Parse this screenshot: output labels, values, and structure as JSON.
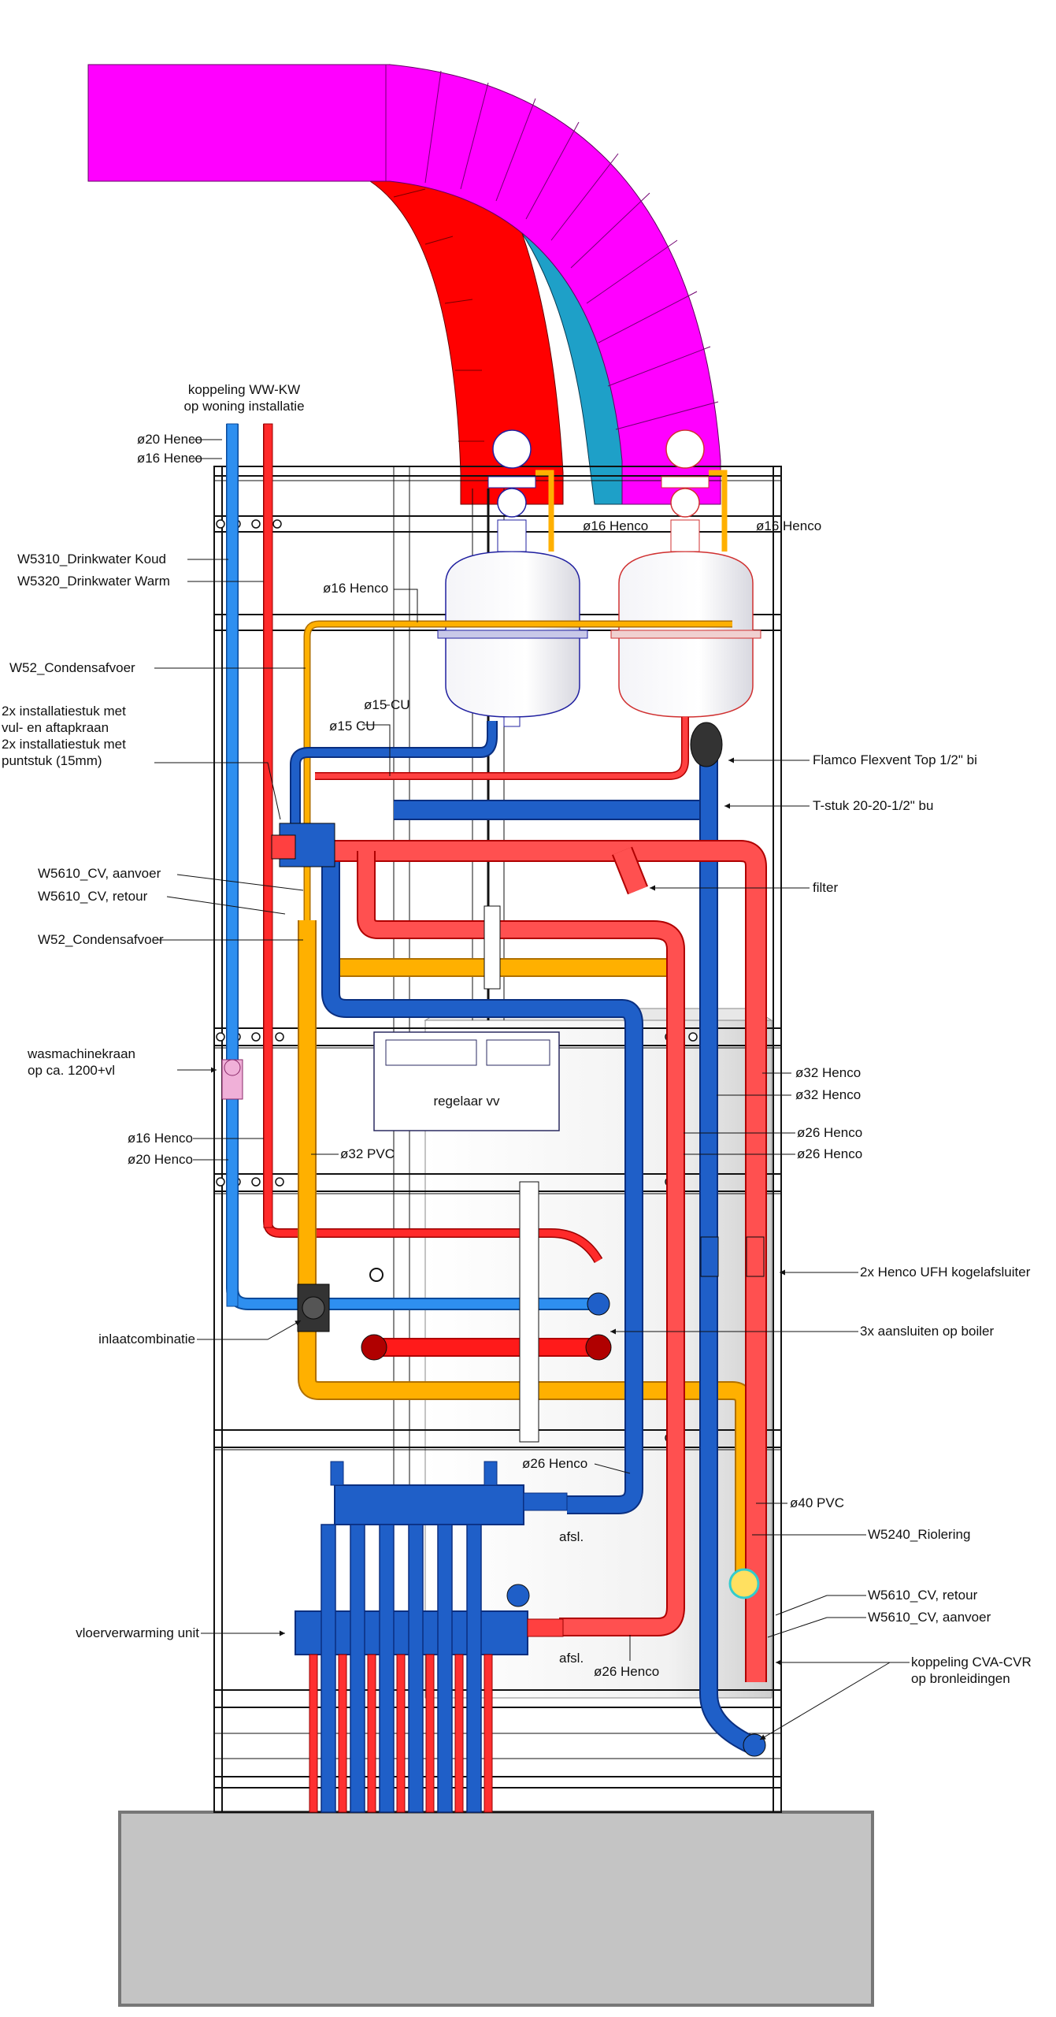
{
  "labels": {
    "koppeling_ww_kw": [
      "koppeling WW-KW",
      "op woning installatie"
    ],
    "d20_henco_top": "ø20 Henco",
    "d16_henco_top": "ø16 Henco",
    "d16_henco_exp_left": "ø16 Henco",
    "d16_henco_exp_right": "ø16 Henco",
    "w5310": "W5310_Drinkwater Koud",
    "w5320": "W5320_Drinkwater Warm",
    "d16_henco_cond": "ø16 Henco",
    "w52_condensafvoer_1": "W52_Condensafvoer",
    "installatiestuk": [
      "2x installatiestuk met",
      "vul- en aftapkraan",
      "2x installatiestuk met",
      "puntstuk (15mm)"
    ],
    "d15_cu_1": "ø15 CU",
    "d15_cu_2": "ø15 CU",
    "flamco": "Flamco Flexvent Top 1/2\" bi",
    "tstuk": "T-stuk 20-20-1/2\" bu",
    "w5610_aanvoer_top": "W5610_CV, aanvoer",
    "w5610_retour_top": "W5610_CV, retour",
    "filter": "filter",
    "w52_condensafvoer_2": "W52_Condensafvoer",
    "wasmachinekraan": [
      "wasmachinekraan",
      "op ca. 1200+vl"
    ],
    "regelaar": "regelaar vv",
    "d32_henco_1": "ø32 Henco",
    "d32_henco_2": "ø32 Henco",
    "d26_henco_1": "ø26 Henco",
    "d26_henco_2": "ø26 Henco",
    "d16_henco_left": "ø16 Henco",
    "d20_henco_left": "ø20 Henco",
    "d32_pvc": "ø32 PVC",
    "kogelafsluiter": "2x Henco UFH kogelafsluiter",
    "inlaatcombinatie": "inlaatcombinatie",
    "aansluiten_boiler": "3x aansluiten op boiler",
    "d26_henco_man": "ø26 Henco",
    "d40_pvc": "ø40 PVC",
    "w5240": "W5240_Riolering",
    "afsl_top": "afsl.",
    "w5610_retour_bot": "W5610_CV, retour",
    "w5610_aanvoer_bot": "W5610_CV, aanvoer",
    "vloerverwarming": "vloerverwarming unit",
    "afsl_bot": "afsl.",
    "d26_henco_bot": "ø26 Henco",
    "koppeling_cva_cvr": [
      "koppeling CVA-CVR",
      "op bronleidingen"
    ]
  },
  "colors": {
    "magenta_duct": "#ff00ff",
    "red_duct": "#ff0000",
    "cyan_duct": "#1ea0c8",
    "cold_water": "#2e8ff0",
    "hot_water": "#ff3030",
    "cv_red": "#ff5050",
    "cv_blue": "#1f5fc8",
    "condensate": "#ffb000",
    "base_block": "#c4c4c4"
  }
}
